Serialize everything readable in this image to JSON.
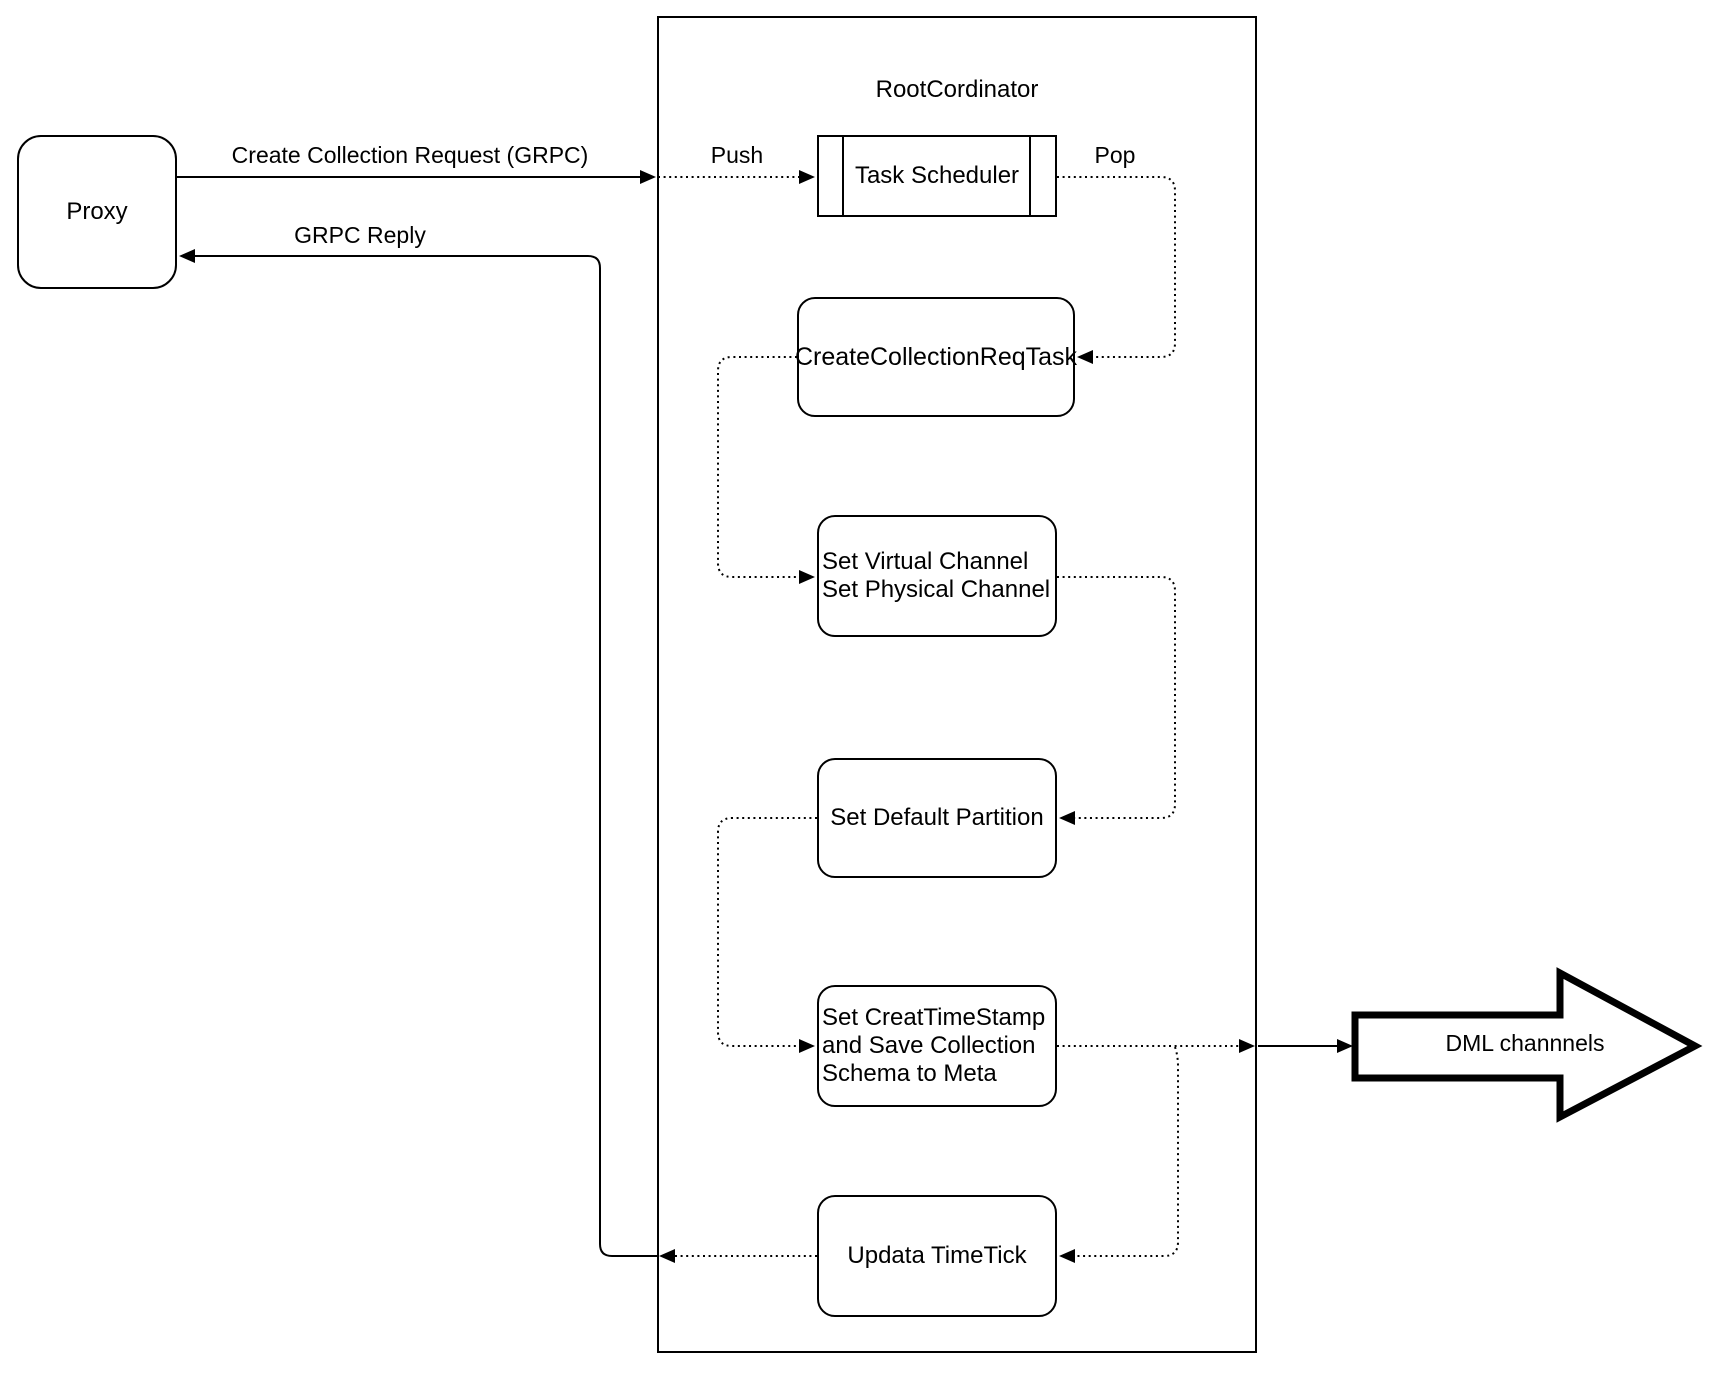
{
  "diagram": {
    "proxy": {
      "label": "Proxy"
    },
    "container": {
      "title": "RootCordinator"
    },
    "nodes": {
      "task_scheduler": {
        "label": "Task Scheduler"
      },
      "create_collection_req_task": {
        "label": "CreateCollectionReqTask"
      },
      "set_channels": {
        "lines": [
          "Set Virtual Channel",
          "Set Physical Channel"
        ]
      },
      "set_default_partition": {
        "label": "Set Default Partition"
      },
      "set_timestamp": {
        "lines": [
          "Set CreatTimeStamp",
          "and Save Collection",
          "Schema to Meta"
        ]
      },
      "update_timetick": {
        "label": "Updata TimeTick"
      }
    },
    "edges": {
      "request": {
        "label": "Create Collection Request (GRPC)"
      },
      "reply": {
        "label": "GRPC Reply"
      },
      "push": {
        "label": "Push"
      },
      "pop": {
        "label": "Pop"
      }
    },
    "output": {
      "label": "DML channnels"
    },
    "colors": {
      "stroke": "#000000",
      "background": "#ffffff"
    }
  }
}
